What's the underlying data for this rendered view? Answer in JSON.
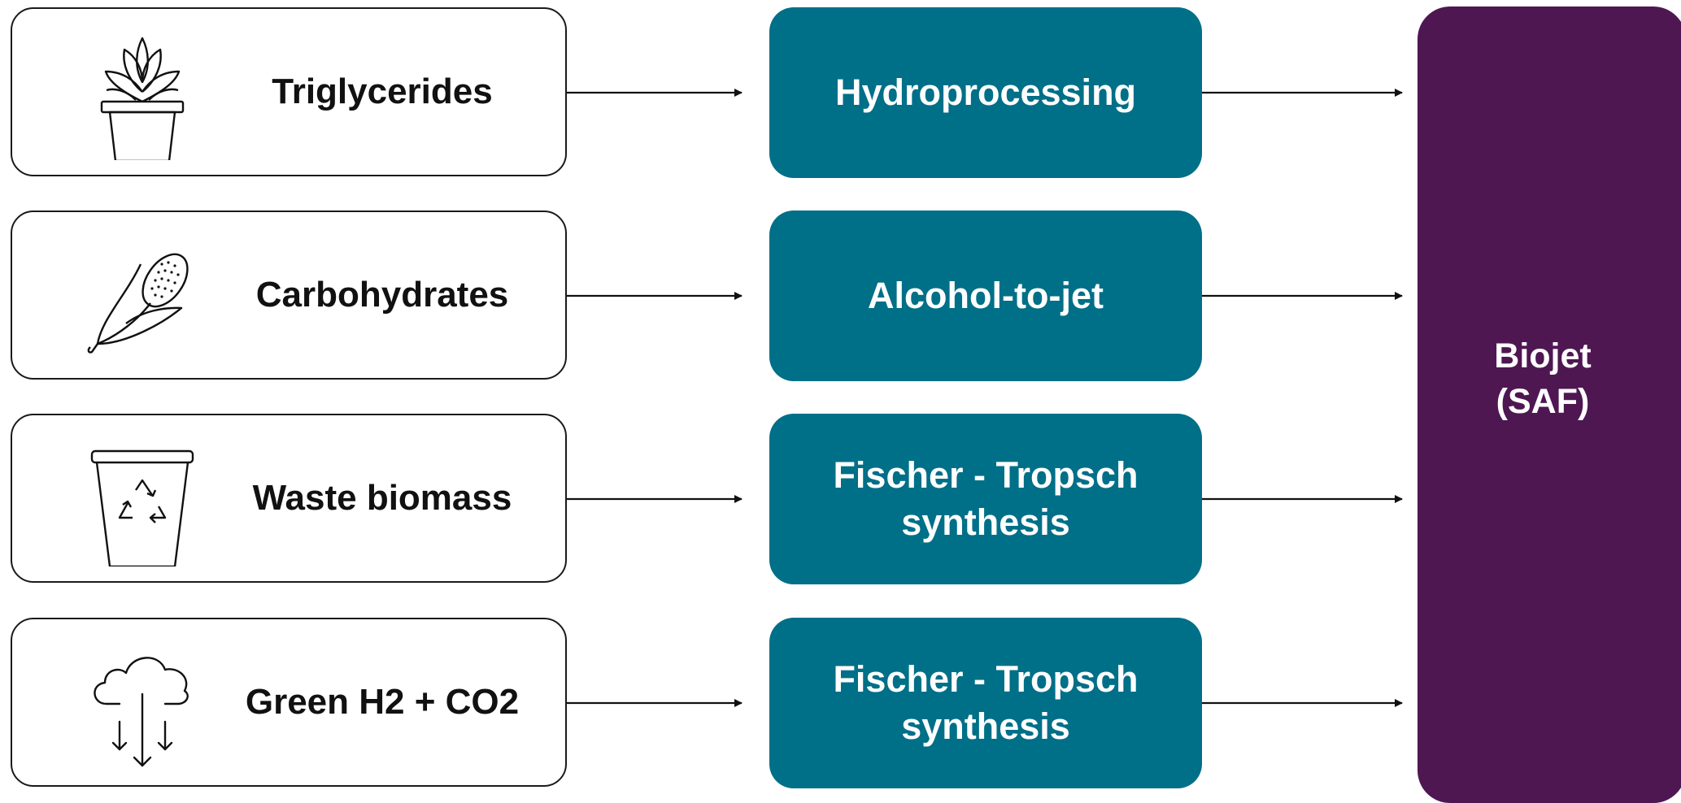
{
  "feedstocks": [
    {
      "label": "Triglycerides",
      "icon": "plant-pot-icon"
    },
    {
      "label": "Carbohydrates",
      "icon": "corn-icon"
    },
    {
      "label": "Waste biomass",
      "icon": "recycle-bin-icon"
    },
    {
      "label": "Green H2 + CO2",
      "icon": "cloud-download-icon"
    }
  ],
  "processes": [
    {
      "label": "Hydroprocessing"
    },
    {
      "label": "Alcohol-to-jet"
    },
    {
      "label": "Fischer - Tropsch\nsynthesis"
    },
    {
      "label": "Fischer - Tropsch\nsynthesis"
    }
  ],
  "product": {
    "label": "Biojet\n(SAF)"
  },
  "colors": {
    "process": "#006f88",
    "product": "#4e1752",
    "outline": "#1a1a1a"
  }
}
